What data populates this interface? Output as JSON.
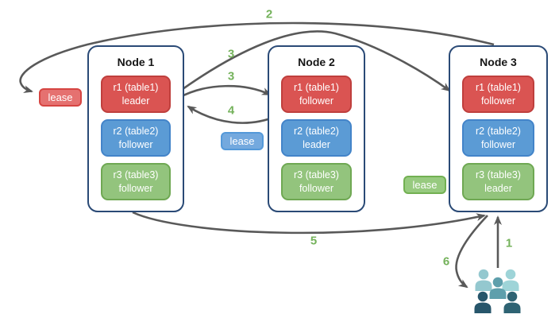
{
  "nodes": [
    {
      "title": "Node 1",
      "replicas": [
        {
          "name": "r1 (table1)",
          "role": "leader",
          "color": "#DA5452"
        },
        {
          "name": "r2 (table2)",
          "role": "follower",
          "color": "#5B9BD5"
        },
        {
          "name": "r3 (table3)",
          "role": "follower",
          "color": "#93C47D"
        }
      ]
    },
    {
      "title": "Node 2",
      "replicas": [
        {
          "name": "r1 (table1)",
          "role": "follower",
          "color": "#DA5452"
        },
        {
          "name": "r2 (table2)",
          "role": "leader",
          "color": "#5B9BD5"
        },
        {
          "name": "r3 (table3)",
          "role": "follower",
          "color": "#93C47D"
        }
      ]
    },
    {
      "title": "Node 3",
      "replicas": [
        {
          "name": "r1 (table1)",
          "role": "follower",
          "color": "#DA5452"
        },
        {
          "name": "r2 (table2)",
          "role": "follower",
          "color": "#5B9BD5"
        },
        {
          "name": "r3 (table3)",
          "role": "leader",
          "color": "#93C47D"
        }
      ]
    }
  ],
  "leases": [
    {
      "label": "lease",
      "color": "#E57170"
    },
    {
      "label": "lease",
      "color": "#74A9DE"
    },
    {
      "label": "lease",
      "color": "#97CA7F"
    }
  ],
  "steps": {
    "s1": "1",
    "s2": "2",
    "s3a": "3",
    "s3b": "3",
    "s4": "4",
    "s5": "5",
    "s6": "6"
  },
  "icons": {
    "users": "users-group-icon"
  },
  "colors": {
    "arrow": "#595959",
    "step_label": "#74B25B",
    "node_border": "#2A4A76",
    "red_fill": "#DA5452",
    "red_border": "#BF3F3D",
    "blue_fill": "#5B9BD5",
    "blue_border": "#4384C9",
    "green_fill": "#93C47D",
    "green_border": "#6FA853",
    "users_shades": [
      "#94C8CF",
      "#9ED4D8",
      "#5E9FAC",
      "#27566B",
      "#2E6373"
    ]
  }
}
